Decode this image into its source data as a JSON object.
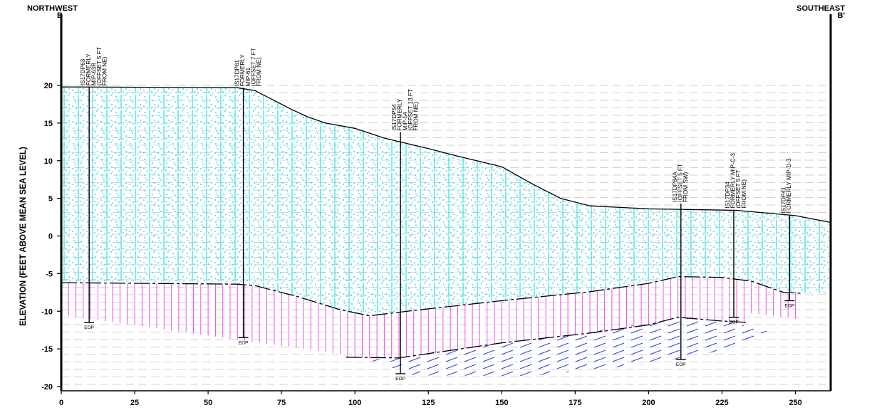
{
  "orientation": {
    "left_label": "NORTHWEST",
    "left_point": "B",
    "right_label": "SOUTHEAST",
    "right_point": "B'"
  },
  "axes": {
    "ylabel": "ELEVATION (FEET ABOVE MEAN SEA LEVEL)",
    "xlim": [
      0,
      262
    ],
    "ylim": [
      -20,
      20
    ],
    "x_ticks": [
      0,
      25,
      50,
      75,
      100,
      125,
      150,
      175,
      200,
      225,
      250
    ],
    "y_ticks": [
      20,
      15,
      10,
      5,
      0,
      -5,
      -10,
      -15,
      -20
    ]
  },
  "ground_surface": [
    [
      0,
      19.8
    ],
    [
      60,
      19.7
    ],
    [
      66,
      19.3
    ],
    [
      72,
      18.1
    ],
    [
      78,
      16.9
    ],
    [
      84,
      15.8
    ],
    [
      90,
      15
    ],
    [
      100,
      14.3
    ],
    [
      110,
      13
    ],
    [
      125,
      11.6
    ],
    [
      135,
      10.6
    ],
    [
      150,
      9.2
    ],
    [
      160,
      7
    ],
    [
      170,
      5
    ],
    [
      180,
      4
    ],
    [
      200,
      3.6
    ],
    [
      230,
      3.4
    ],
    [
      250,
      2.7
    ],
    [
      262,
      1.8
    ]
  ],
  "boundary_upper": [
    [
      0,
      -6.2
    ],
    [
      60,
      -6.4
    ],
    [
      66,
      -6.6
    ],
    [
      80,
      -8
    ],
    [
      95,
      -9.8
    ],
    [
      105,
      -10.6
    ],
    [
      120,
      -9.9
    ],
    [
      150,
      -8.6
    ],
    [
      180,
      -7.4
    ],
    [
      200,
      -6.3
    ],
    [
      210,
      -5.4
    ],
    [
      225,
      -5.5
    ],
    [
      235,
      -6
    ],
    [
      246,
      -7.5
    ],
    [
      252,
      -7.6
    ]
  ],
  "boundary_lower": [
    [
      97,
      -16.1
    ],
    [
      115,
      -16.2
    ],
    [
      150,
      -14.2
    ],
    [
      180,
      -12.9
    ],
    [
      200,
      -11.8
    ],
    [
      210,
      -10.8
    ],
    [
      225,
      -11.3
    ],
    [
      234,
      -11.5
    ]
  ],
  "lower_unit_extent": [
    [
      105,
      -16.5
    ],
    [
      150,
      -14.2
    ],
    [
      190,
      -12.2
    ],
    [
      210,
      -10.8
    ],
    [
      225,
      -11.2
    ],
    [
      242,
      -12.8
    ],
    [
      232,
      -14.7
    ],
    [
      200,
      -17
    ],
    [
      160,
      -18.6
    ],
    [
      120,
      -18.5
    ],
    [
      105,
      -16.5
    ]
  ],
  "borings": [
    {
      "id": "IS17DP63",
      "lines": [
        "IS17DP63",
        "FORMERLY",
        "MIP-63R",
        "(OFFSET 5 FT",
        "FROM NE)"
      ],
      "x": 9.5,
      "top": 19.8,
      "eop": -11.5,
      "eop_label": "EOP"
    },
    {
      "id": "IS17DP61",
      "lines": [
        "IS17DP61",
        "FORMERLY",
        "MIP-61",
        "(OFFSET 7 FT",
        "FROM NE)"
      ],
      "x": 62,
      "top": 19.7,
      "eop": -13.5,
      "eop_label": "EOP"
    },
    {
      "id": "IS17DP54",
      "lines": [
        "IS17DP54",
        "FORMERLY",
        "MIP-54",
        "(OFFSET 13 FT",
        "FROM NE)"
      ],
      "x": 115.5,
      "top": 13.8,
      "eop": -18.3,
      "eop_label": "EOP"
    },
    {
      "id": "IS17DP84A",
      "lines": [
        "IS17DP84A",
        "(OFFSET 5 FT",
        "FROM SW)"
      ],
      "x": 211,
      "top": 4.3,
      "eop": -16.4,
      "eop_label": "EOP"
    },
    {
      "id": "IS17DP34",
      "lines": [
        "IS17DP34",
        "FORMERLY MIP-C-3",
        "(OFFSET 5 FT",
        "FROM NE)"
      ],
      "x": 229,
      "top": 3.5,
      "eop": -10.8,
      "eop_label": "EOP"
    },
    {
      "id": "IS17DP41",
      "lines": [
        "IS17DP41",
        "FORMERLY MIP-D-3"
      ],
      "x": 248,
      "top": 2.8,
      "eop": -8.6,
      "eop_label": "EOP"
    }
  ],
  "colors": {
    "upper_unit": "#00d8de",
    "middle_unit": "#f050e8",
    "lower_unit": "#3040e0",
    "background_dash": "#d2d2d2",
    "line": "#000000"
  }
}
